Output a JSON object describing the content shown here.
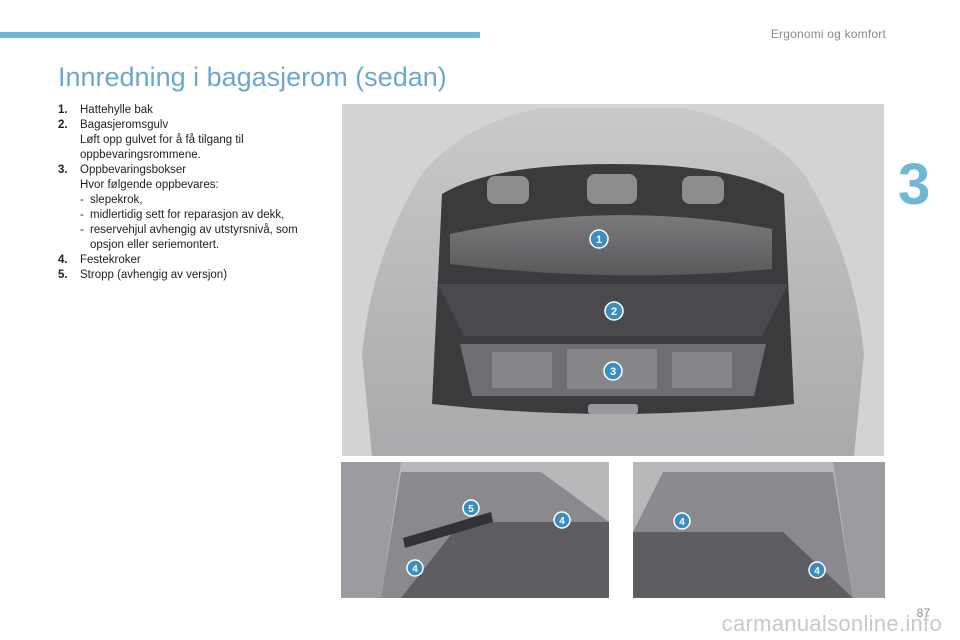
{
  "header": {
    "section_label": "Ergonomi og komfort",
    "chapter_number": "3"
  },
  "title": "Innredning i bagasjerom (sedan)",
  "items": [
    {
      "num": "1.",
      "label": "Hattehylle bak",
      "detail": "",
      "subitems": []
    },
    {
      "num": "2.",
      "label": "Bagasjeromsgulv",
      "detail": "Løft opp gulvet for å få tilgang til oppbevaringsrommene.",
      "subitems": []
    },
    {
      "num": "3.",
      "label": "Oppbevaringsbokser",
      "detail": "Hvor følgende oppbevares:",
      "subitems": [
        "slepekrok,",
        "midlertidig sett for reparasjon av dekk,",
        "reservehjul avhengig av utstyrsnivå, som opsjon eller seriemontert."
      ]
    },
    {
      "num": "4.",
      "label": "Festekroker",
      "detail": "",
      "subitems": []
    },
    {
      "num": "5.",
      "label": "Stropp (avhengig av versjon)",
      "detail": "",
      "subitems": []
    }
  ],
  "callouts": {
    "main": [
      "1",
      "2",
      "3"
    ],
    "left": [
      "5",
      "4",
      "4"
    ],
    "right": [
      "4",
      "4"
    ]
  },
  "footer": {
    "page_number": "87",
    "watermark": "carmanualsonline.info"
  },
  "colors": {
    "accent": "#6fb7d6",
    "title": "#6aa9cc",
    "callout": "#3a8fc0"
  }
}
